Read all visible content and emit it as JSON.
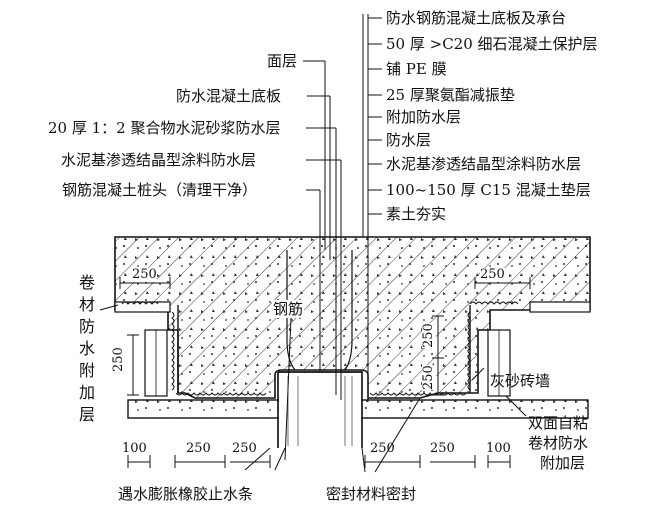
{
  "left_labels": [
    "面层",
    "防水混凝土底板",
    "20 厚 1：2 聚合物水泥砂浆防水层",
    "水泥基渗透结晶型涂料防水层",
    "钢筋混凝土桩头（清理干净）"
  ],
  "right_labels": [
    "防水钢筋混凝土底板及承台",
    "50 厚 >C20 细石混凝土保护层",
    "铺 PE 膜",
    "25 厚聚氨酯减振垫",
    "附加防水层",
    "防水层",
    "水泥基渗透结晶型涂料防水层",
    "100~150 厚 C15 混凝土垫层",
    "素土夯实"
  ],
  "left_vertical": [
    "卷",
    "材",
    "防",
    "水",
    "附",
    "加",
    "层"
  ],
  "steel_label": "钢筋",
  "brick_label": "灰砂砖墙",
  "right_block": [
    "双面自粘",
    "卷材防水",
    "附加层"
  ],
  "bottom_left": "遇水膨胀橡胶止水条",
  "bottom_right": "密封材料密封",
  "dims": {
    "top_left": "250",
    "top_right": "250",
    "left_vert": "250",
    "right_vert_upper": "250",
    "right_vert_lower": "250",
    "bottom": [
      "100",
      "250",
      "250",
      "250",
      "250",
      "100"
    ]
  }
}
